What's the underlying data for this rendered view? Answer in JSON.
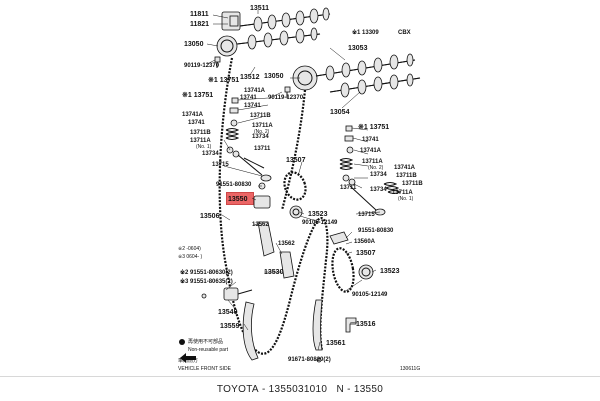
{
  "labels": {
    "p11811": "11811",
    "p11821": "11821",
    "p13511": "13511",
    "p13309": "※1 13309",
    "cbx": "CBX",
    "p13050a": "13050",
    "p90119a": "90119-12370",
    "p13512": "13512",
    "p13053": "13053",
    "p13751a": "※1 13751",
    "p13050b": "13050",
    "p90119b": "90119-12370",
    "p13741a": "13741",
    "p13751b": "※1 13751",
    "p13741Aa": "13741A",
    "p13741b": "13741",
    "p13054": "13054",
    "p13741Ab": "13741A",
    "p13741c": "13741",
    "p13711Ba": "13711B",
    "p13711Aa": "13711A",
    "p13711Bb": "13711B",
    "p13711Ab": "13711A",
    "p13734a": "13734",
    "p13711a": "13711",
    "p13734b": "13734",
    "p13715a": "13715",
    "p13751c": "※1 13751",
    "p13741d": "13741",
    "p13741Ac": "13741A",
    "p13741Ad": "13741A",
    "p13711Ac": "13711A",
    "p13711Bc": "13711B",
    "p13734c": "13734",
    "p13734d": "13734",
    "p13711Bd": "13711B",
    "p13711Ad": "13711A",
    "p13711b": "13711",
    "p13715b": "13715",
    "p13507a": "13507",
    "p91551a": "91551-80830",
    "p13550": "13550",
    "p13506": "13506",
    "p13562a": "13562",
    "p13523a": "13523",
    "p90105a": "90105-12149",
    "p91551b": "91551-80830",
    "p13560A": "13560A",
    "p13562b": "13562",
    "p13507b": "13507",
    "note0604": "※2      -0604)",
    "note0604b": "※3 0604-      )",
    "p13530": "13530",
    "p13523b": "13523",
    "p91551c": "※2 91551-80630(2)",
    "p91551d": "※3 91551-80635(2)",
    "p90105b": "90105-12149",
    "p13540": "13540",
    "p13516": "13516",
    "p13559": "13559",
    "p13561": "13561",
    "p91671": "91671-80820(2)",
    "legend1": "再使用不可部品",
    "legend2": "Non-reusable part",
    "front1": "車両前方",
    "front2": "VEHICLE FRONT SIDE",
    "fig_code": "130611G",
    "no1": "(No. 2)",
    "no2": "(No. 1)",
    "no3": "(No. 2)",
    "no4": "(No. 1)"
  },
  "highlight": {
    "part": "13550",
    "color": "#e84b4b"
  },
  "footer": {
    "brand": "TOYOTA",
    "sep1": " - ",
    "part_number": "1355031010",
    "sep2": "   N - ",
    "ref": "13550"
  }
}
